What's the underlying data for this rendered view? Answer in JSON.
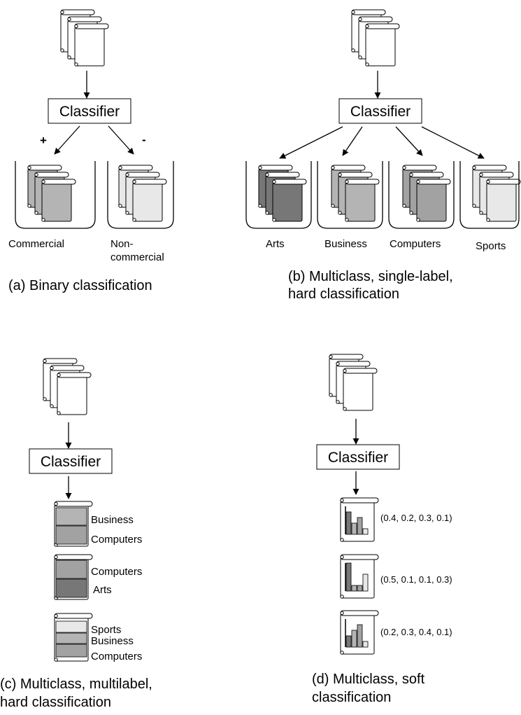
{
  "classifier_label": "Classifier",
  "panel_a": {
    "signs": [
      "+",
      "-"
    ],
    "bins": [
      "Commercial",
      "Non-commercial"
    ],
    "caption": "(a) Binary classification"
  },
  "panel_b": {
    "bins": [
      "Arts",
      "Business",
      "Computers",
      "Sports"
    ],
    "caption": [
      "(b) Multiclass, single-label,",
      "hard classification"
    ]
  },
  "panel_c": {
    "docs": [
      {
        "labels": [
          "Business",
          "Computers"
        ]
      },
      {
        "labels": [
          "Computers",
          "Arts"
        ]
      },
      {
        "labels": [
          "Sports",
          "Business",
          "Computers"
        ]
      }
    ],
    "caption": [
      "(c) Multiclass, multilabel,",
      "hard classification"
    ]
  },
  "panel_d": {
    "docs": [
      {
        "probs": "(0.4, 0.2, 0.3, 0.1)"
      },
      {
        "probs": "(0.5, 0.1, 0.1, 0.3)"
      },
      {
        "probs": "(0.2, 0.3, 0.4, 0.1)"
      }
    ],
    "caption": [
      "(d) Multiclass, soft",
      "classification"
    ]
  },
  "colors": {
    "arts": "#777777",
    "business": "#b4b4b4",
    "computers": "#a2a2a2",
    "sports": "#e8e8e8",
    "commercial": "#b4b4b4",
    "noncommercial": "#e8e8e8",
    "white": "#ffffff",
    "stroke": "#000000"
  }
}
